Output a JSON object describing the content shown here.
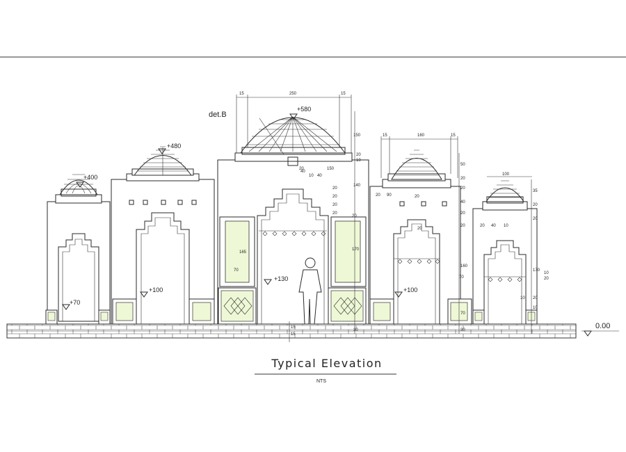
{
  "drawing": {
    "title": "Typical Elevation",
    "scale_note": "NTS",
    "detail_ref": "det.B",
    "colors": {
      "panel_fill": "#eef8d6",
      "line": "#2a2a2a"
    }
  },
  "levels": {
    "center_dome": "+580",
    "left_dome": "+480",
    "far_left_dome": "+400",
    "center_floor": "+130",
    "left_floor": "+100",
    "right_floor": "+100",
    "far_left_floor": "+70",
    "ground": "0.00"
  },
  "dims": {
    "top_left": "15",
    "top_span": "250",
    "top_right": "15",
    "right_dome_left": "15",
    "right_dome_span": "160",
    "right_dome_right": "15",
    "far_right_span": "100",
    "center_v1": "150",
    "center_v2": "20",
    "center_v3": "10",
    "center_v4": "150",
    "center_v5": "140",
    "center_v6": "20",
    "center_v7": "20",
    "center_v8": "20",
    "center_v9": "20",
    "panel_height": "165",
    "panel_width": "70",
    "panel_right_h": "170",
    "right_v1": "50",
    "right_v2": "20",
    "right_v3": "20",
    "right_v4": "40",
    "right_v5": "20",
    "right_v6": "20",
    "right_v7": "160",
    "right_v8": "70",
    "right_h1": "20",
    "right_h2": "90",
    "right_h3": "20",
    "right_h4": "20",
    "far_right_v1": "35",
    "far_right_v2": "20",
    "far_right_v3": "20",
    "far_right_v4": "170",
    "far_right_v5": "10",
    "far_right_v6": "20",
    "far_right_v7": "10",
    "far_right_v8": "20",
    "far_right_v9": "10",
    "far_right_h1": "20",
    "far_right_h2": "40",
    "far_right_h3": "10",
    "base_v1": "15",
    "base_v2": "15",
    "base_v3": "30",
    "base_v4": "30",
    "inner_40a": "40",
    "inner_10": "10",
    "inner_40b": "40",
    "inner_20": "20",
    "inner_70": "70",
    "inner_20b": "20"
  }
}
